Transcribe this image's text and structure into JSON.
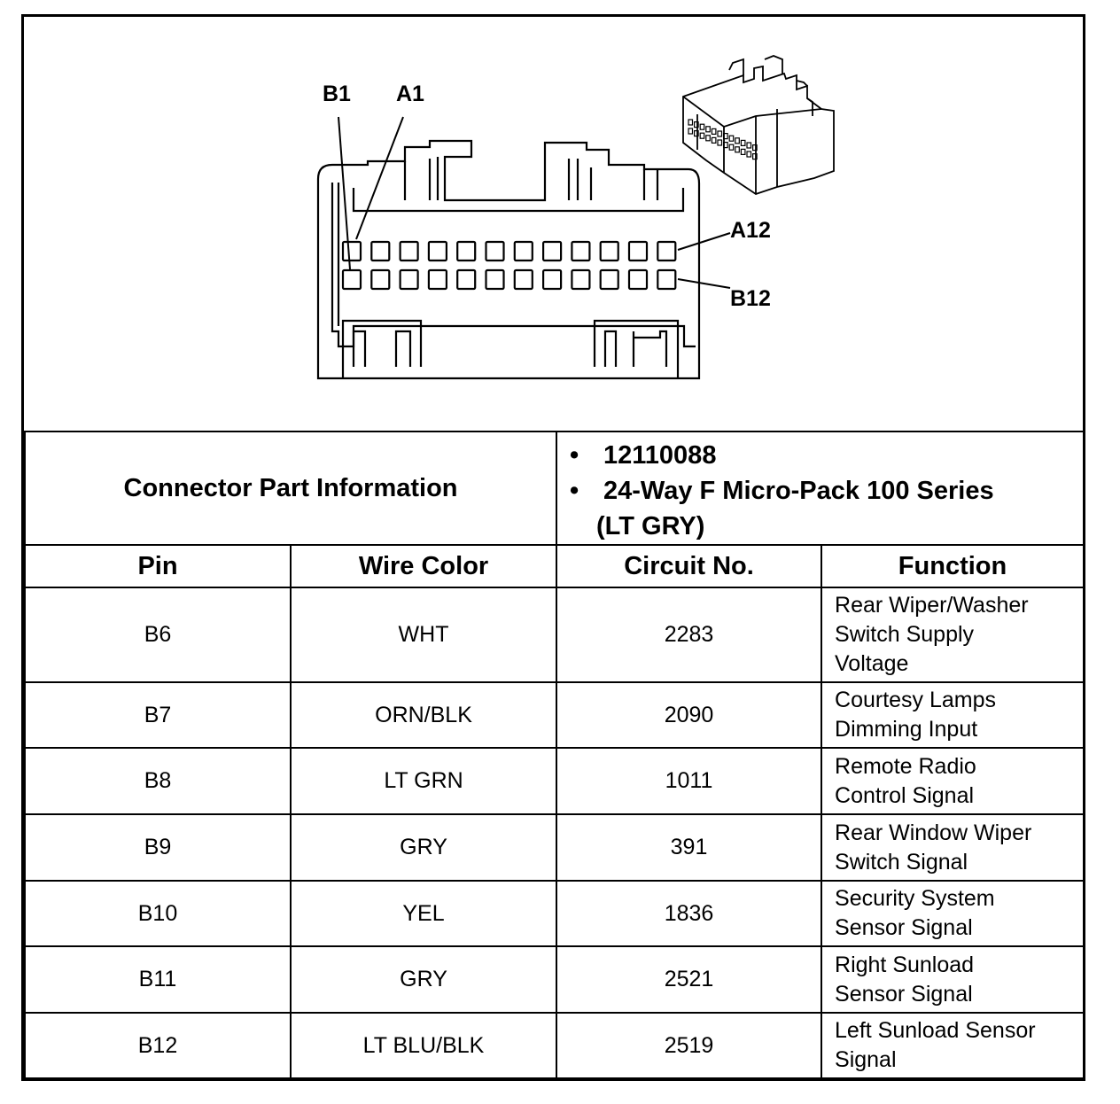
{
  "diagram": {
    "labels": {
      "b1": "B1",
      "a1": "A1",
      "a12": "A12",
      "b12": "B12"
    }
  },
  "connector_info": {
    "label": "Connector Part Information",
    "items": [
      "12110088",
      "24-Way F Micro-Pack 100 Series",
      "(LT GRY)"
    ]
  },
  "table": {
    "headers": [
      "Pin",
      "Wire Color",
      "Circuit No.",
      "Function"
    ],
    "rows": [
      {
        "pin": "B6",
        "color": "WHT",
        "circuit": "2283",
        "function": [
          "Rear Wiper/Washer",
          "Switch Supply",
          "Voltage"
        ]
      },
      {
        "pin": "B7",
        "color": "ORN/BLK",
        "circuit": "2090",
        "function": [
          "Courtesy Lamps",
          "Dimming Input"
        ]
      },
      {
        "pin": "B8",
        "color": "LT GRN",
        "circuit": "1011",
        "function": [
          "Remote Radio",
          "Control Signal"
        ]
      },
      {
        "pin": "B9",
        "color": "GRY",
        "circuit": "391",
        "function": [
          "Rear Window Wiper",
          "Switch Signal"
        ]
      },
      {
        "pin": "B10",
        "color": "YEL",
        "circuit": "1836",
        "function": [
          "Security System",
          "Sensor Signal"
        ]
      },
      {
        "pin": "B11",
        "color": "GRY",
        "circuit": "2521",
        "function": [
          "Right Sunload",
          "Sensor Signal"
        ]
      },
      {
        "pin": "B12",
        "color": "LT BLU/BLK",
        "circuit": "2519",
        "function": [
          "Left Sunload Sensor",
          "Signal"
        ]
      }
    ]
  }
}
